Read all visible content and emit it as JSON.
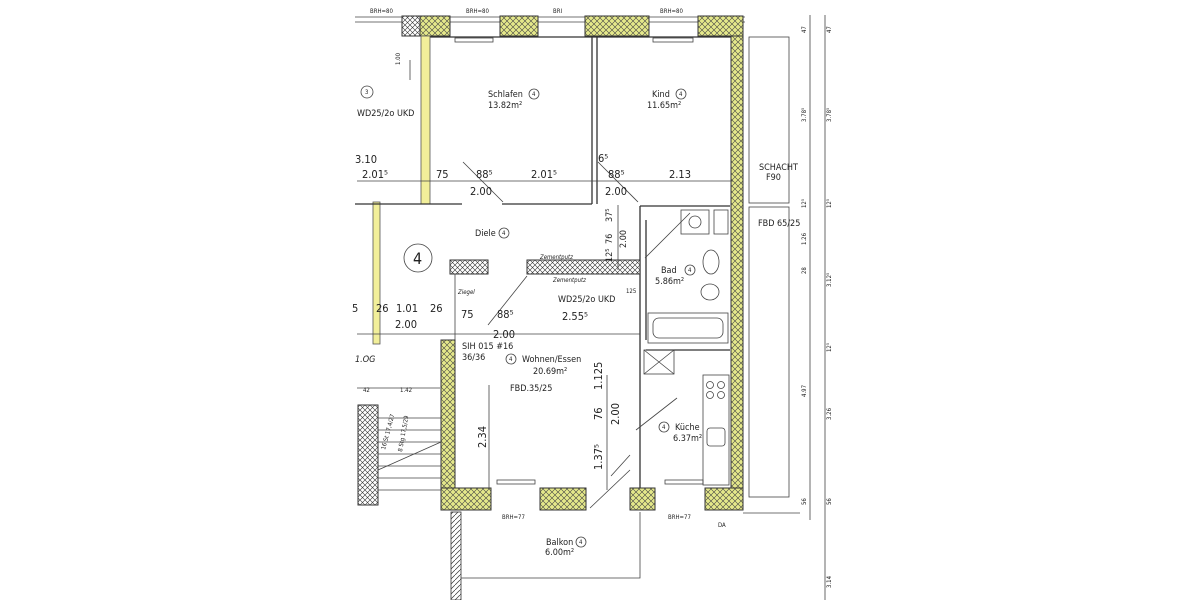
{
  "colors": {
    "wall_fill": "#e4e88a",
    "light_wall": "#f2ef9a",
    "line": "#333333",
    "background": "#ffffff"
  },
  "rooms": {
    "schlafen": {
      "name": "Schlafen",
      "area": "13.82m²",
      "unit": "4"
    },
    "kind": {
      "name": "Kind",
      "area": "11.65m²",
      "unit": "4"
    },
    "diele": {
      "name": "Diele",
      "unit": "4"
    },
    "bad": {
      "name": "Bad",
      "area": "5.86m²",
      "unit": "4"
    },
    "wohnen": {
      "name": "Wohnen/Essen",
      "area": "20.69m²",
      "unit": "4"
    },
    "kueche": {
      "name": "Küche",
      "area": "6.37m²",
      "unit": "4"
    },
    "balkon": {
      "name": "Balkon",
      "area": "6.00m²",
      "unit": "4"
    },
    "neighbor": {
      "unit": "3"
    },
    "apartment": {
      "unit": "4"
    }
  },
  "annotations": {
    "brh80a": "BRH=80",
    "brh80b": "BRH=80",
    "brh80c": "BRH=80",
    "bri": "BRI",
    "brh77a": "BRH=77",
    "brh77b": "BRH=77",
    "wd_top": "WD25/2o UKD",
    "wd_mid": "WD25/2o UKD",
    "schacht": "SCHACHT",
    "f90": "F90",
    "fbd65": "FBD 65/25",
    "fbd35": "FBD.35/25",
    "sih": "SIH 015 #16",
    "sih_size": "36/36",
    "ziegel": "Ziegel",
    "og": "1.OG",
    "da": "DA",
    "stairs": "16 St 17,4/27",
    "stairs2": "8 Stg 17,5/29",
    "zwischenputz": "Zementputz",
    "zementputz2": "Zementputz"
  },
  "dimensions": {
    "d310": "3.10",
    "d2015a": "2.01⁵",
    "d75a": "75",
    "d885a": "88⁵",
    "d2015b": "2.01⁵",
    "d65": "6⁵",
    "d885b": "88⁵",
    "d213": "2.13",
    "d200a": "2.00",
    "d200b": "2.00",
    "d100": "1.00",
    "d375": "37⁵",
    "d76a": "76",
    "d125a": "12⁵",
    "d200c": "2.00",
    "d26a": "26",
    "d101": "1.01",
    "d26b": "26",
    "d200d": "2.00",
    "d5": "5",
    "d75b": "75",
    "d885c": "88⁵",
    "d2555": "2.55⁵",
    "d200e": "2.00",
    "d125b": "125",
    "d42": "42",
    "d142": "1.42",
    "d1125": "1.125",
    "d234": "2.34",
    "d76b": "76",
    "d200f": "2.00",
    "d1375": "1.37⁵",
    "r1": [
      "47",
      "3.78⁵",
      "12⁵",
      "1.26",
      "28",
      "4.97",
      "56"
    ],
    "r2": [
      "47",
      "3.78⁵",
      "12⁵",
      "3.12⁵",
      "12⁵",
      "3.26",
      "56",
      "3.14"
    ]
  }
}
